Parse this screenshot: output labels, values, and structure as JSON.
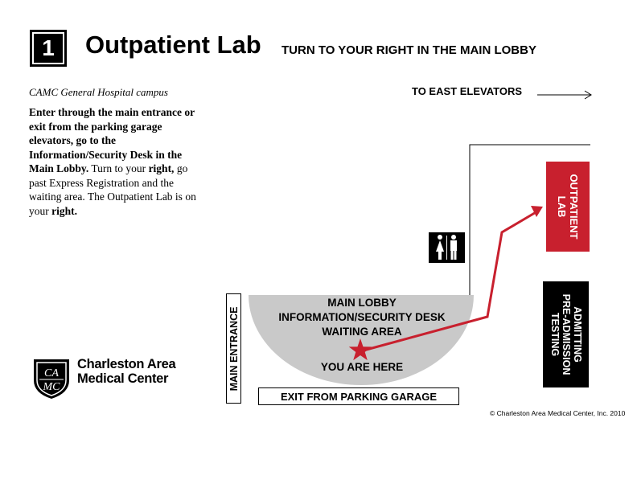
{
  "header": {
    "step_number": "1",
    "title": "Outpatient Lab",
    "subtitle": "TURN TO YOUR RIGHT IN THE MAIN LOBBY"
  },
  "intro": {
    "campus": "CAMC General Hospital campus",
    "bold_part": "Enter through the main entrance or exit from the parking garage elevators, go to the Information/Security Desk in the Main Lobby.",
    "text_1": " Turn to your ",
    "bold_2": "right,",
    "text_2": " go past Express Registration and the waiting area. The Outpatient Lab is on your ",
    "bold_3": "right."
  },
  "logo": {
    "monogram_top": "CA",
    "monogram_bottom": "MC",
    "line1": "Charleston Area",
    "line2": "Medical Center"
  },
  "map": {
    "east_elevators": "TO EAST ELEVATORS",
    "lobby_line1": "MAIN LOBBY",
    "lobby_line2": "INFORMATION/SECURITY DESK",
    "lobby_line3": "WAITING AREA",
    "you_are_here": "YOU ARE HERE",
    "outpatient_lab_line1": "OUTPATIENT",
    "outpatient_lab_line2": "LAB",
    "admitting_line1": "ADMITTING",
    "admitting_line2": "PRE-ADMISSION",
    "admitting_line3": "TESTING",
    "main_entrance": "MAIN ENTRANCE",
    "parking_exit": "EXIT FROM PARKING GARAGE",
    "restroom_icon": "restroom-icon",
    "star_icon": "star-icon",
    "colors": {
      "route": "#c8202e",
      "lab": "#c8202e",
      "lobby": "#c9c9c9"
    }
  },
  "footer": {
    "copyright": "© Charleston Area Medical Center, Inc. 2010"
  }
}
